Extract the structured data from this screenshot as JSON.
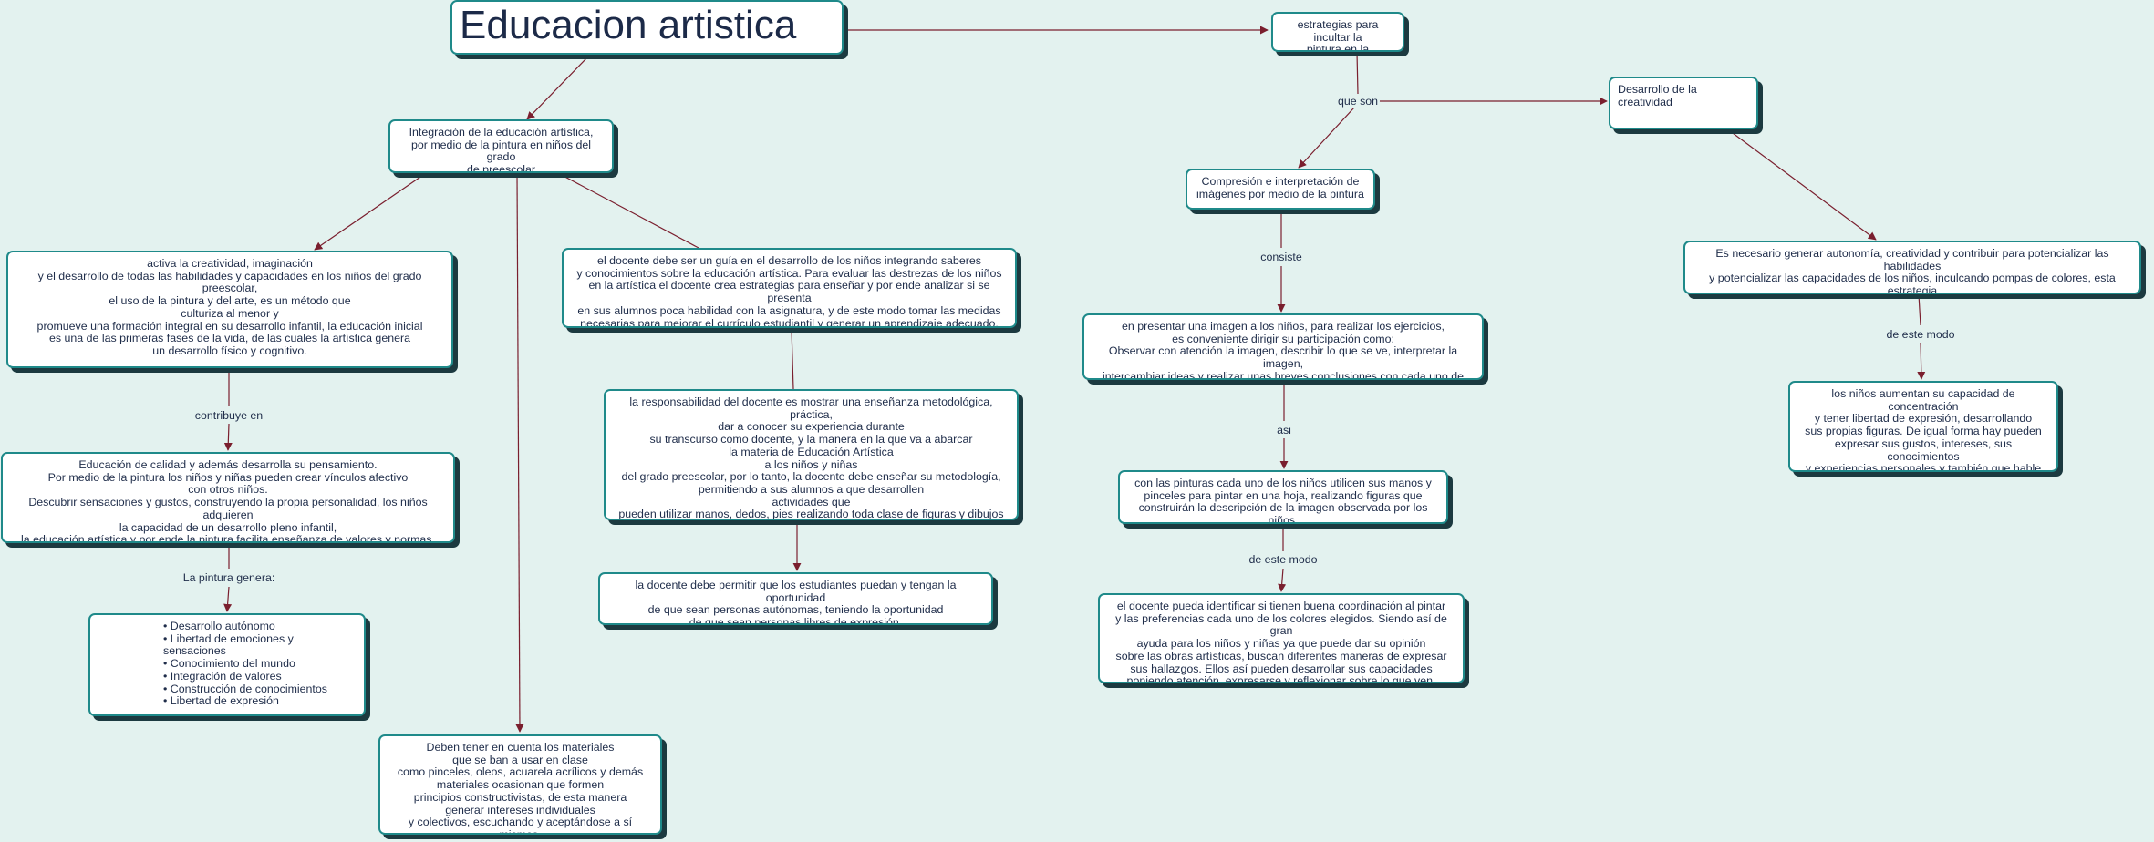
{
  "title": "Educacion artistica",
  "nodes": {
    "estrategias": "estrategias para incultar la\npintura en la educación artística",
    "integracion": "Integración de la educación artística,\npor medio de la pintura en niños del grado\nde  preescolar",
    "desarrollo_creatividad": "Desarrollo de la creatividad",
    "compresion": "Compresión e interpretación de\nimágenes por medio de la pintura",
    "activa": "activa la creatividad, imaginación\ny el desarrollo de todas las habilidades y capacidades en los niños del grado preescolar,\nel uso de la pintura y del arte, es un método que\nculturiza al menor y\npromueve una formación integral en su desarrollo infantil, la educación inicial\nes una de las primeras fases de la vida, de las cuales la artística genera\nun desarrollo físico y cognitivo.",
    "docente_guia": "el docente debe ser un guía en el desarrollo de los niños integrando saberes\ny conocimientos sobre la educación artística. Para evaluar las destrezas de los niños\nen la artística el docente crea estrategias para enseñar y por ende analizar si se presenta\nen sus alumnos poca habilidad con la asignatura, y de este modo tomar las medidas\nnecesarias para mejorar el currículo estudiantil y generar un aprendizaje adecuado.",
    "es_necesario": "Es necesario generar autonomía, creatividad y contribuir para potencializar las habilidades\ny potencializar las capacidades de los niños, inculcando pompas de colores, esta estrategia\nconsiste en crear dibujos abstractos como se quiera",
    "presentar": "en  presentar una imagen a los niños, para realizar los ejercicios,\nes conveniente dirigir su participación como:\nObservar con atención la imagen, describir lo que se ve, interpretar la imagen,\nintercambiar ideas y realizar unas breves conclusiones con cada uno de ellos.",
    "ninos_aumentan": "los niños aumentan su capacidad de concentración\ny tener libertad de expresión, desarrollando\nsus propias figuras. De igual forma hay pueden\nexpresar sus gustos, intereses, sus conocimientos\ny experiencias personales y también que hable\nde el mismo y del mundo que lo rodea.",
    "responsabilidad": "la responsabilidad del docente es mostrar una enseñanza metodológica, práctica,\ndar a conocer su experiencia durante\nsu transcurso como docente, y la manera en la que va a abarcar\nla materia de Educación Artística\na los niños y niñas\ndel grado preescolar, por lo tanto, la docente debe enseñar su metodología,\npermitiendo a sus alumnos a que desarrollen\nactividades que\npueden utilizar manos, dedos, pies realizando toda clase de figuras y dibujos",
    "educacion_calidad": "Educación de calidad y además desarrolla su pensamiento.\nPor medio de la pintura los niños y niñas pueden crear vínculos afectivo\ncon otros niños.\nDescubrir sensaciones y gustos, construyendo la propia personalidad, los niños adquieren\nla capacidad de un desarrollo pleno infantil,\nla educación artística y por ende la pintura facilita enseñanza de valores y normas.",
    "pinturas": "con las pinturas cada uno de  los niños utilicen sus manos y\npinceles para pintar en una hoja, realizando figuras que\nconstruirán  la descripción de la imagen observada por los niños,",
    "permitir": "la docente debe permitir que los estudiantes puedan y tengan la oportunidad\nde que sean personas autónomas, teniendo la oportunidad\nde que sean personas libres de expresión,",
    "identificar": "el docente pueda identificar si tienen buena coordinación al pintar\ny las  preferencias cada uno de los colores elegidos. Siendo así de gran\nayuda para los niños y niñas ya que puede dar su opinión\nsobre las obras artísticas, buscan diferentes maneras de expresar\nsus hallazgos. Ellos así pueden desarrollar sus capacidades\nponiendo atención, expresarse y reflexionar sobre lo que ven.",
    "pintura_lista": "•    Desarrollo autónomo\n•   Libertad de emociones y sensaciones\n•   Conocimiento del mundo\n•    Integración de valores\n•   Construcción de conocimientos\n•    Libertad de expresión",
    "materiales": "Deben tener en cuenta los materiales\nque se ban a usar en clase\ncomo pinceles, oleos, acuarela acrílicos y demás\nmateriales ocasionan que formen\nprincipios constructivistas, de esta manera\ngenerar intereses individuales\ny colectivos, escuchando y aceptándose a sí mismos."
  },
  "links": {
    "que_son": "que son",
    "consiste": "consiste",
    "contribuye_en": "contribuye en",
    "asi": "asi",
    "de_este_modo_1": "de este modo",
    "de_este_modo_2": "de este modo",
    "la_pintura_genera": "La pintura genera:"
  },
  "colors": {
    "background": "#e3f2ef",
    "node_border": "#1f8a8a",
    "node_shadow": "#1c3a40",
    "connector": "#7a1f2e",
    "text": "#1f2d4a"
  }
}
